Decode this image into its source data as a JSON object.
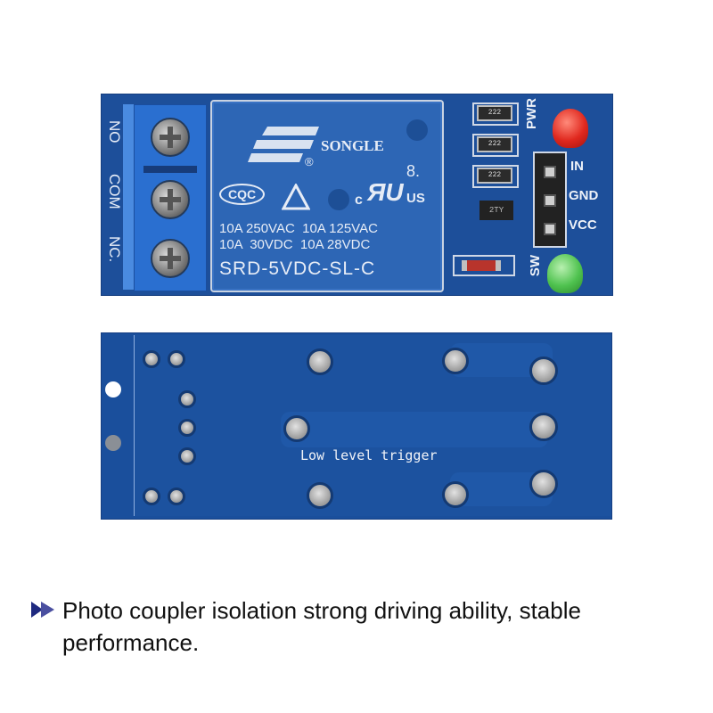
{
  "top_board": {
    "terminal_labels": [
      "NO",
      "COM",
      "NC."
    ],
    "relay": {
      "brand": "SONGLE",
      "registered_mark": "®",
      "cert_cqc": "CQC",
      "cert_ul_c": "c",
      "cert_ul_us": "US",
      "cert_ul_number": "8.",
      "rating_line_1": "10A 250VAC  10A 125VAC",
      "rating_line_2": "10A  30VDC  10A 28VDC",
      "model": "SRD-5VDC-SL-C"
    },
    "resistor_codes": [
      "222",
      "222",
      "222"
    ],
    "transistor_code": "2TY",
    "led_labels": {
      "power": "PWR",
      "switch": "SW"
    },
    "pin_labels": [
      "IN",
      "GND",
      "VCC"
    ],
    "colors": {
      "pcb": "#1d4f9a",
      "terminal": "#2a6fd0",
      "relay": "#2d66b5",
      "led_power": "#e0281e",
      "led_switch": "#4fc24f"
    }
  },
  "bottom_board": {
    "silkscreen_text": "Low level trigger",
    "colors": {
      "pcb": "#1a4f9c"
    }
  },
  "caption": {
    "bullet_icon": "double-triangle-right",
    "bullet_color": "#1f2a80",
    "text": "Photo coupler isolation strong driving ability, stable performance."
  }
}
